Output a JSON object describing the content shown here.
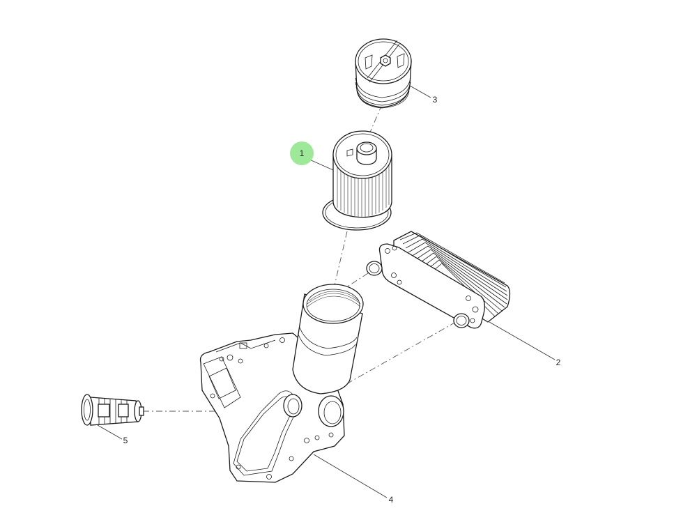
{
  "diagram": {
    "highlight_color": "#9ee89a",
    "callouts": [
      {
        "id": "callout-1",
        "label": "1",
        "highlighted": true
      },
      {
        "id": "callout-2",
        "label": "2",
        "highlighted": false
      },
      {
        "id": "callout-3",
        "label": "3",
        "highlighted": false
      },
      {
        "id": "callout-4",
        "label": "4",
        "highlighted": false
      },
      {
        "id": "callout-5",
        "label": "5",
        "highlighted": false
      }
    ]
  }
}
